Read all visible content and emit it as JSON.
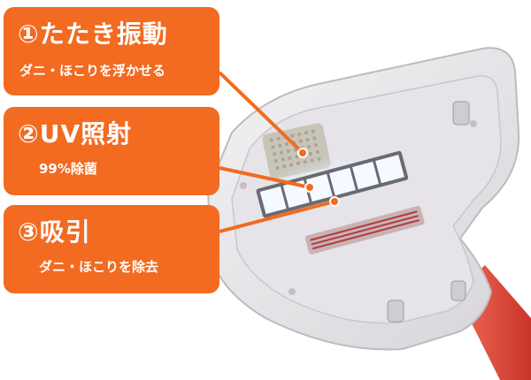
{
  "features": [
    {
      "title": "①たたき振動",
      "subtitle": "ダニ・ほこりを浮かせる"
    },
    {
      "title": "②UV照射",
      "subtitle": "99%除菌"
    },
    {
      "title": "③吸引",
      "subtitle": "ダニ・ほこりを除去"
    }
  ],
  "colors": {
    "callout": "#f26b20",
    "leader": "#f26b20",
    "device_body": "#e9e7ea",
    "uv_lamp": "#eef7ff",
    "handle": "#e84a3a"
  }
}
